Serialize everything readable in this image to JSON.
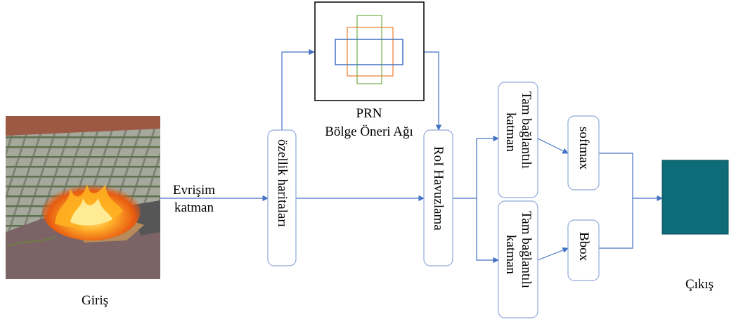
{
  "input": {
    "caption": "Giriş",
    "photo_icon": "burning-paper-photo-icon"
  },
  "conv": {
    "line1": "Evrişim",
    "line2": "katman"
  },
  "feature_maps": {
    "label": "özellik haritaları"
  },
  "prn": {
    "line1": "PRN",
    "line2": "Bölge Öneri Ağı"
  },
  "roi_pool": {
    "label": "RoI Havuzlama"
  },
  "fc_top": {
    "line1": "Tam bağlantılı",
    "line2": "katman"
  },
  "fc_bottom": {
    "line1": "Tam bağlantılı",
    "line2": "katman"
  },
  "softmax": {
    "label": "softmax"
  },
  "bbox": {
    "label": "Bbox"
  },
  "output": {
    "caption": "Çıkış"
  },
  "colors": {
    "arrow": "#4472c4",
    "box_border": "#8fa9d8",
    "output_fill": "#0e6b78",
    "anchor_blue": "#4472c4",
    "anchor_orange": "#ed7d31",
    "anchor_green": "#70ad47"
  }
}
